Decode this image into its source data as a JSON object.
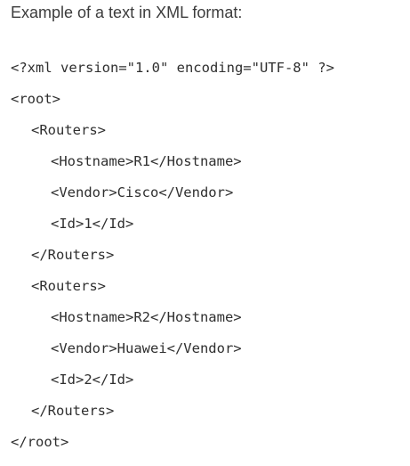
{
  "heading": "Example of a text in XML format:",
  "code_lines": [
    {
      "indent": 0,
      "text": "<?xml version=\"1.0\" encoding=\"UTF-8\" ?>"
    },
    {
      "indent": 0,
      "text": "<root>"
    },
    {
      "indent": 1,
      "text": "<Routers>"
    },
    {
      "indent": 2,
      "text": "<Hostname>R1</Hostname>"
    },
    {
      "indent": 2,
      "text": "<Vendor>Cisco</Vendor>"
    },
    {
      "indent": 2,
      "text": "<Id>1</Id>"
    },
    {
      "indent": 1,
      "text": "</Routers>"
    },
    {
      "indent": 1,
      "text": "<Routers>"
    },
    {
      "indent": 2,
      "text": "<Hostname>R2</Hostname>"
    },
    {
      "indent": 2,
      "text": "<Vendor>Huawei</Vendor>"
    },
    {
      "indent": 2,
      "text": "<Id>2</Id>"
    },
    {
      "indent": 1,
      "text": "</Routers>"
    },
    {
      "indent": 0,
      "text": "</root>"
    }
  ]
}
